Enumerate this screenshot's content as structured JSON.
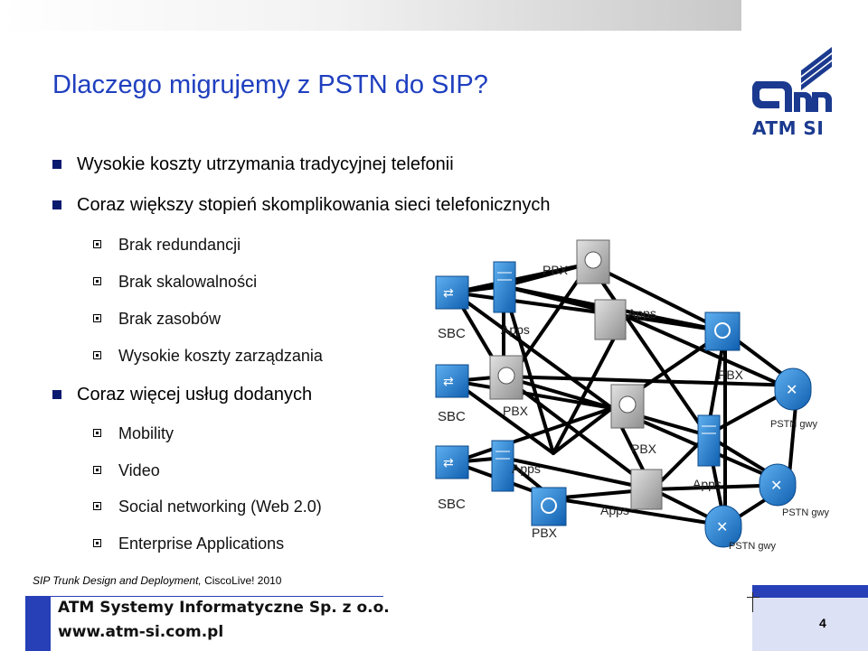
{
  "slide": {
    "title": "Dlaczego migrujemy z PSTN do SIP?",
    "logo_text": "ATM SI",
    "bullets": [
      {
        "level": 1,
        "text": "Wysokie koszty utrzymania tradycyjnej telefonii"
      },
      {
        "level": 1,
        "text": "Coraz większy stopień skomplikowania sieci telefonicznych"
      },
      {
        "level": 2,
        "text": "Brak redundancji"
      },
      {
        "level": 2,
        "text": "Brak skalowalności"
      },
      {
        "level": 2,
        "text": "Brak zasobów"
      },
      {
        "level": 2,
        "text": "Wysokie koszty zarządzania"
      },
      {
        "level": 1,
        "text": "Coraz więcej usług dodanych"
      },
      {
        "level": 2,
        "text": "Mobility"
      },
      {
        "level": 2,
        "text": "Video"
      },
      {
        "level": 2,
        "text": "Social networking (Web 2.0)"
      },
      {
        "level": 2,
        "text": "Enterprise Applications"
      }
    ],
    "diagram": {
      "labels": {
        "sbc1": "SBC",
        "sbc2": "SBC",
        "sbc3": "SBC",
        "pbx_top": "PBX",
        "apps_top": "Apps",
        "apps_right": "Apps",
        "pbx_mid": "PBX",
        "pbx_right": "PBX",
        "pbx_center": "PBX",
        "pstn1": "PSTN gwy",
        "apps_low": "Apps",
        "apps_r2": "Apps",
        "pstn2": "PSTN gwy",
        "apps_bottom": "Apps",
        "pbx_bottom": "PBX",
        "pstn3": "PSTN gwy"
      }
    },
    "footer": {
      "reference_italic": "SIP Trunk Design and Deployment,",
      "reference_plain": " CiscoLive! 2010",
      "company": "ATM Systemy Informatyczne Sp. z o.o.",
      "url": "www.atm-si.com.pl",
      "page_number": "4"
    },
    "colors": {
      "title": "#1f3fbf",
      "accent_blue": "#2740b8",
      "device_blue": "#1a78c8",
      "device_gray": "#b8b8b8"
    }
  }
}
